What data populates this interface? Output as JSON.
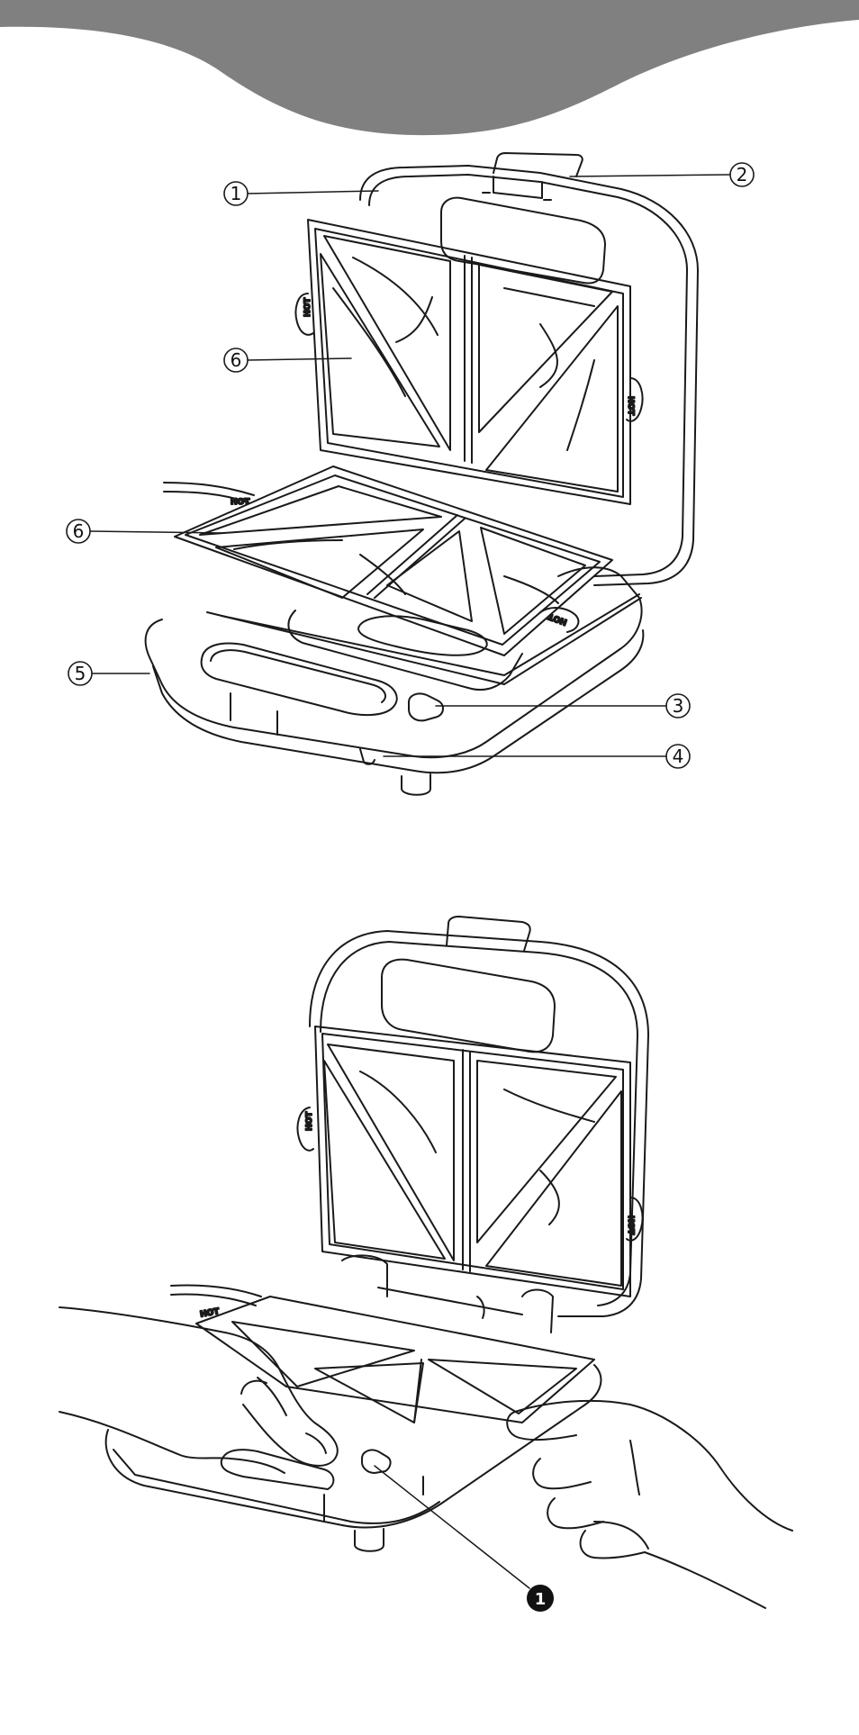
{
  "colors": {
    "banner": "#808080",
    "line": "#1a1a1a",
    "badge": "#111111"
  },
  "figure1": {
    "callouts": [
      "1",
      "2",
      "3",
      "4",
      "5",
      "6",
      "6"
    ]
  },
  "figure2": {
    "callout": "1"
  },
  "hot_labels": [
    "HOT",
    "HOT",
    "HOT",
    "HOT",
    "HOT",
    "HOT",
    "HOT"
  ]
}
